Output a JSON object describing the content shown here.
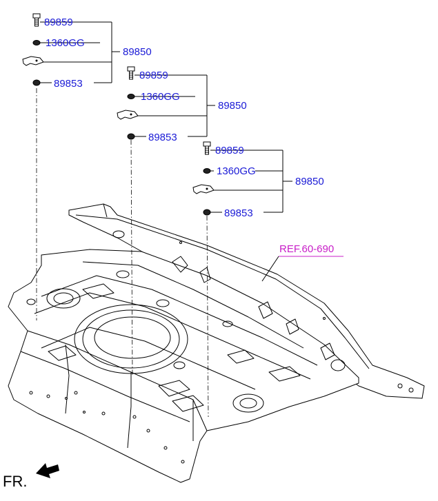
{
  "colors": {
    "part_number": "#1a1ad6",
    "reference": "#c81ec8",
    "line": "#000000",
    "background": "#ffffff"
  },
  "groups": [
    {
      "bolt": "89859",
      "washer": "1360GG",
      "nut": "89853",
      "assembly": "89850"
    },
    {
      "bolt": "89859",
      "washer": "1360GG",
      "nut": "89853",
      "assembly": "89850"
    },
    {
      "bolt": "89859",
      "washer": "1360GG",
      "nut": "89853",
      "assembly": "89850"
    }
  ],
  "reference_label": "REF.60-690",
  "direction_label": "FR.",
  "icons": {
    "bolt": "bolt-icon",
    "washer": "washer-icon",
    "bracket": "bracket-icon",
    "nut": "nut-icon",
    "direction": "arrow-icon"
  }
}
